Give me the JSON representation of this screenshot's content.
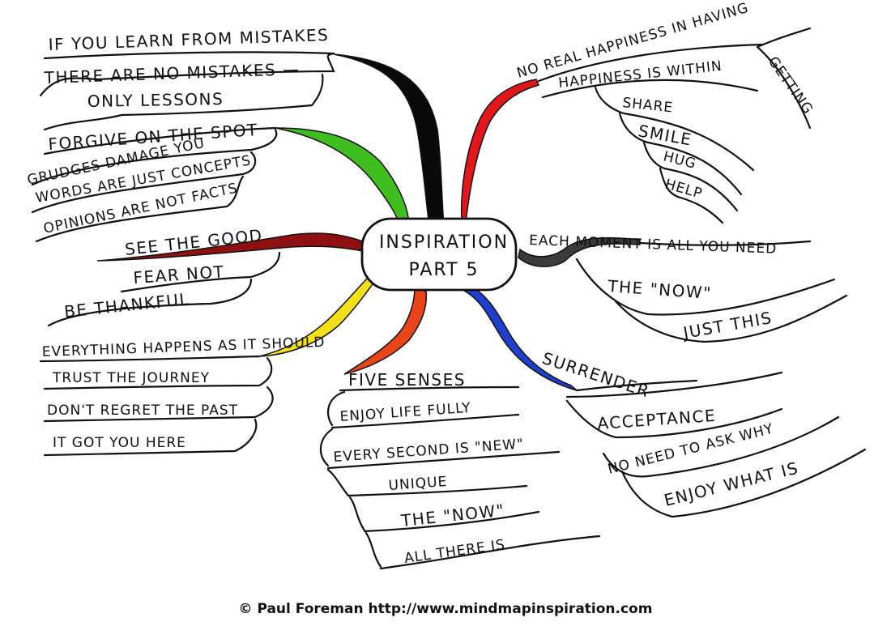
{
  "center": {
    "line1": "INSPIRATION",
    "line2": "PART 5"
  },
  "branches": {
    "black": {
      "color": "#0a0a0a",
      "items": [
        "IF YOU LEARN FROM MISTAKES",
        "THERE ARE NO MISTAKES —",
        "ONLY LESSONS"
      ]
    },
    "green": {
      "color": "#3fbf1f",
      "items": [
        "FORGIVE ON THE SPOT",
        "GRUDGES DAMAGE YOU",
        "WORDS ARE JUST CONCEPTS",
        "OPINIONS ARE NOT FACTS"
      ]
    },
    "darkred": {
      "color": "#8e1010",
      "items": [
        "SEE THE GOOD",
        "FEAR NOT",
        "BE THANKFUL"
      ]
    },
    "yellow": {
      "color": "#f2e11a",
      "items": [
        "EVERYTHING HAPPENS AS IT SHOULD",
        "TRUST THE JOURNEY",
        "DON'T REGRET THE PAST",
        "IT GOT YOU HERE"
      ]
    },
    "orange": {
      "color": "#e8451a",
      "items": [
        "FIVE SENSES",
        "ENJOY LIFE FULLY",
        "EVERY SECOND IS \"NEW\"",
        "UNIQUE",
        "THE \"NOW\"",
        "ALL THERE IS"
      ]
    },
    "blue": {
      "color": "#1f3fd1",
      "items": [
        "SURRENDER",
        "ACCEPTANCE",
        "NO NEED TO ASK WHY",
        "ENJOY WHAT IS"
      ]
    },
    "gray": {
      "color": "#3b3b3b",
      "items": [
        "EACH MOMENT IS ALL YOU NEED",
        "THE \"NOW\"",
        "JUST THIS"
      ]
    },
    "red": {
      "color": "#e2161b",
      "items": [
        "NO REAL HAPPINESS IN HAVING",
        "GETTING",
        "HAPPINESS IS WITHIN",
        "SHARE",
        "SMILE",
        "HUG",
        "HELP"
      ]
    }
  },
  "credit": "© Paul Foreman http://www.mindmapinspiration.com"
}
